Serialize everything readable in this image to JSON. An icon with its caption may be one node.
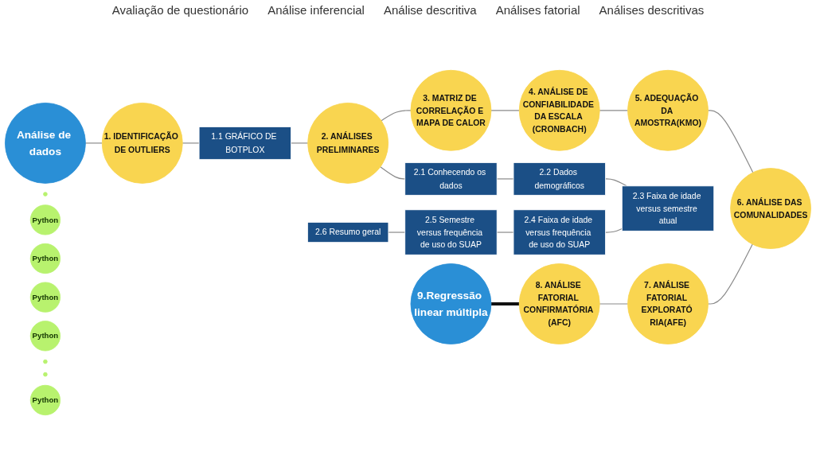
{
  "diagram": {
    "nodes": [
      {
        "text": [
          "Análise de dados"
        ]
      },
      {
        "text": [
          "1. IDENTIFICAÇÃO DE OUTLIERS"
        ]
      },
      {
        "text": [
          "1.1 GRÁFICO DE BOTPLOX"
        ]
      },
      {
        "text": [
          "2. ANÁLISES PRELIMINARES"
        ]
      },
      {
        "text": [
          "2.1 Conhecendo os dados"
        ]
      },
      {
        "text": [
          "2.2 Dados demográficos"
        ]
      },
      {
        "text": [
          "2.3 Faixa de idade versus semestre atual"
        ]
      },
      {
        "text": [
          "2.4 Faixa de idade versus frequência de uso do SUAP"
        ]
      },
      {
        "text": [
          "2.5 Semestre versus frequência de uso do SUAP"
        ]
      },
      {
        "text": [
          "2.6 Resumo geral"
        ]
      },
      {
        "text": [
          "3. MATRIZ DE CORRELAÇÃO E MAPA DE CALOR"
        ]
      },
      {
        "text": [
          "4. ANÁLISE DE CONFIABILIDADE DA ESCALA (CRONBACH)"
        ]
      },
      {
        "text": [
          "5. ADEQUAÇÃO DA AMOSTRA(KMO)"
        ]
      },
      {
        "text": [
          "6. ANÁLISE DAS COMUNALIDADES"
        ]
      },
      {
        "text": [
          "7. ANÁLISE FATORIAL EXPLORATÓ RIA(AFE)"
        ]
      },
      {
        "text": [
          "8. ANÁLISE FATORIAL CONFIRMATÓRIA (AFC)"
        ]
      },
      {
        "text": [
          "9.Regressão linear múltipla"
        ]
      },
      {
        "text": [],
        "shape": "circle"
      },
      {
        "text": [
          "Python"
        ]
      },
      {
        "text": [
          "Python"
        ]
      },
      {
        "text": [
          "Python"
        ]
      },
      {
        "text": [
          "Python"
        ]
      },
      {
        "text": [],
        "shape": "circle"
      },
      {
        "text": [],
        "shape": "circle"
      },
      {
        "text": [
          "Python"
        ]
      }
    ],
    "edges": [
      {
        "from": 0,
        "to": 1,
        "arrow": "none"
      },
      {
        "from": 1,
        "to": 2,
        "arrow": "none"
      },
      {
        "from": 2,
        "to": 3,
        "arrow": "none"
      },
      {
        "from": 3,
        "to": 10,
        "arrow": "none"
      },
      {
        "from": 3,
        "to": 4,
        "arrow": "none"
      },
      {
        "from": 4,
        "to": 5,
        "arrow": "none"
      },
      {
        "from": 5,
        "to": 6,
        "arrow": "none"
      },
      {
        "from": 7,
        "to": 6,
        "arrow": "none"
      },
      {
        "from": 8,
        "to": 7,
        "arrow": "none"
      },
      {
        "from": 9,
        "to": 8,
        "arrow": "none"
      },
      {
        "from": 10,
        "to": 11,
        "arrow": "none"
      },
      {
        "from": 11,
        "to": 12,
        "arrow": "none"
      },
      {
        "from": 12,
        "to": 13,
        "arrow": "none"
      },
      {
        "from": 14,
        "to": 13,
        "arrow": "none"
      },
      {
        "from": 15,
        "to": 14,
        "arrow": "none"
      },
      {
        "from": 16,
        "to": 15,
        "arrow": "none",
        "style": "thick",
        "color": "#111111"
      }
    ],
    "labels": [
      "Avaliação de questionário",
      "Análise inferencial",
      "Análise descritiva",
      "Análises fatorial",
      "Análises descritivas"
    ]
  }
}
